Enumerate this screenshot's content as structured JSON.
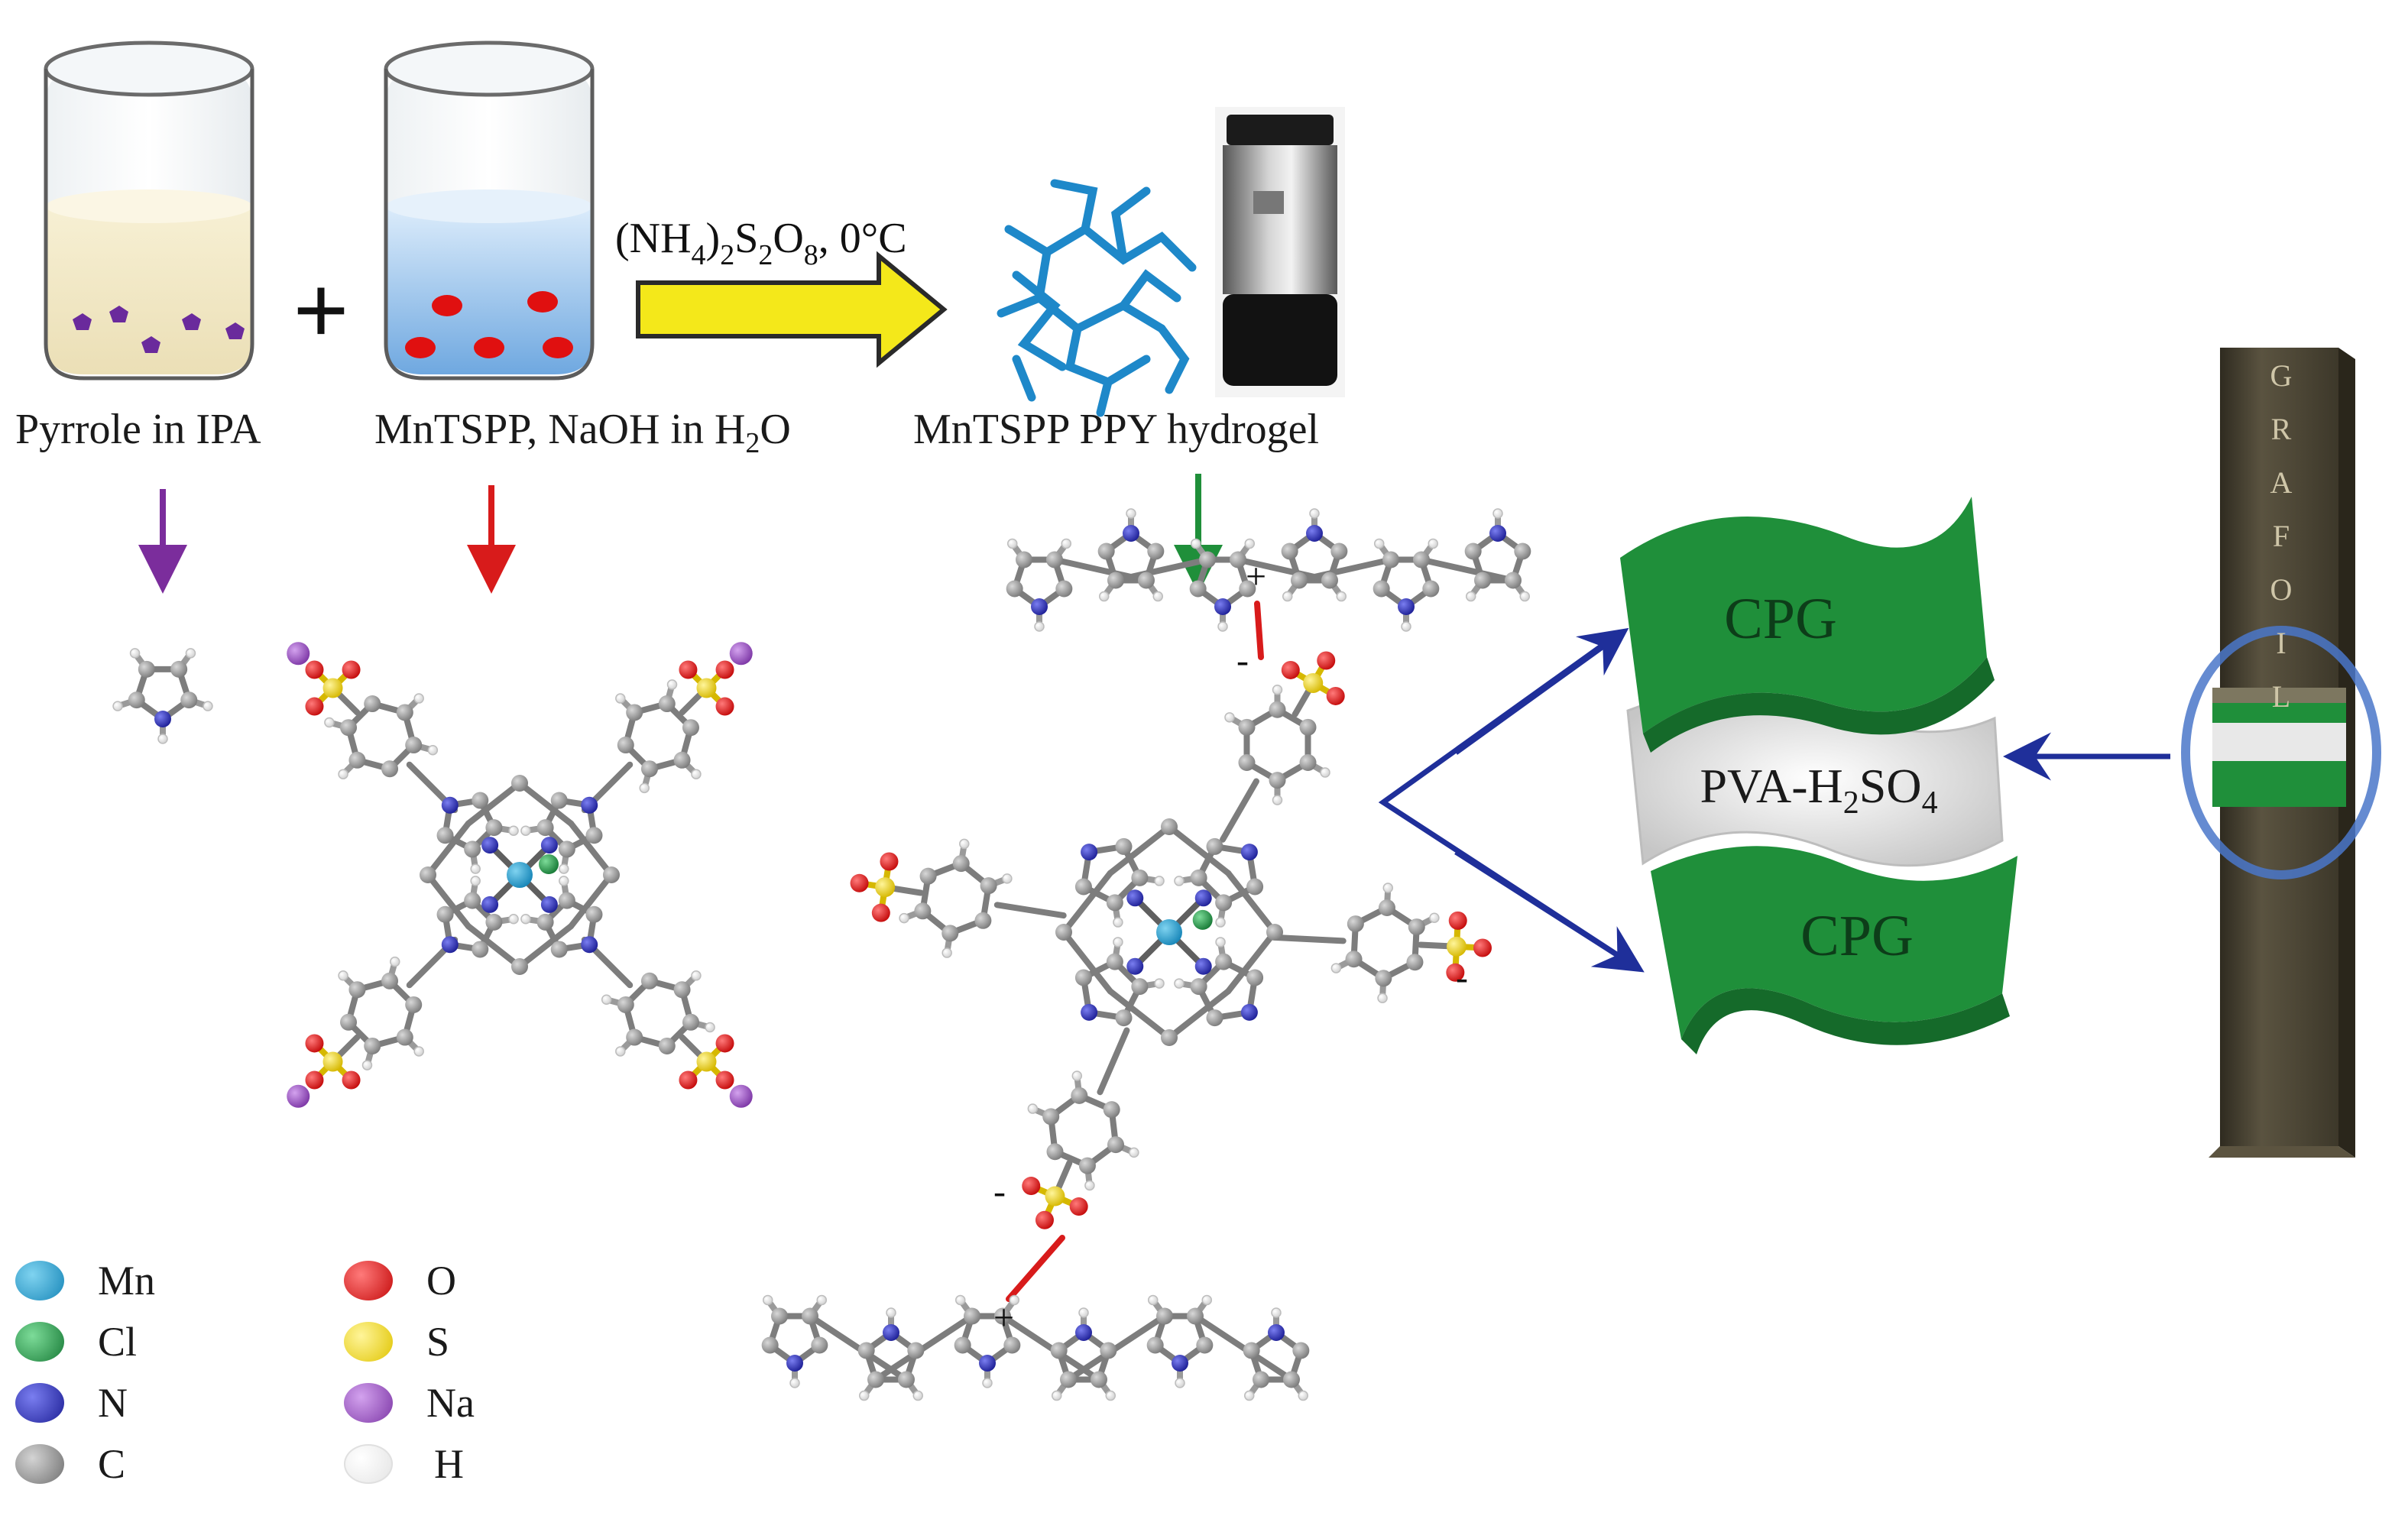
{
  "beakers": {
    "beaker1_label": "Pyrrole in IPA",
    "beaker2_label": "MnTSPP, NaOH in H",
    "beaker2_label_sub": "2",
    "beaker2_label_tail": "O",
    "plus_sign": "+"
  },
  "reaction": {
    "reagent_a": "(NH",
    "reagent_a_sub": "4",
    "reagent_b": ")",
    "reagent_b_sub": "2",
    "reagent_c": "S",
    "reagent_c_sub": "2",
    "reagent_d": "O",
    "reagent_d_sub": "8",
    "reagent_e": ", 0°C"
  },
  "product": {
    "label": "MnTSPP PPY  hydrogel"
  },
  "device": {
    "electrode_top": "CPG",
    "electrode_bottom": "CPG",
    "electrolyte": "PVA-H",
    "electrolyte_sub1": "2",
    "electrolyte_mid": "SO",
    "electrolyte_sub2": "4",
    "grafoil_letters": [
      "G",
      "R",
      "A",
      "F",
      "O",
      "I",
      "L"
    ]
  },
  "charges": {
    "plus": "+",
    "minus": "-"
  },
  "legend": {
    "left": [
      {
        "symbol": "Mn",
        "color": "#2aa6d6"
      },
      {
        "symbol": "Cl",
        "color": "#1e9e4a"
      },
      {
        "symbol": "N",
        "color": "#2b2fb8"
      },
      {
        "symbol": "C",
        "color": "#8c8c8c"
      }
    ],
    "right": [
      {
        "symbol": "O",
        "color": "#e01010"
      },
      {
        "symbol": "S",
        "color": "#f2dc10"
      },
      {
        "symbol": "Na",
        "color": "#9a4fc0"
      },
      {
        "symbol": "H",
        "color": "#ffffff"
      }
    ]
  },
  "colors": {
    "pyrrole_arrow": "#7b2d9c",
    "mntspp_arrow": "#d81b1b",
    "product_arrow": "#1f8f3a",
    "assembly_arrow": "#1f2f9a",
    "reaction_arrow": "#f4e81a",
    "electrode_green": "#1f8f3a",
    "grafoil_body": "#4a4536"
  }
}
